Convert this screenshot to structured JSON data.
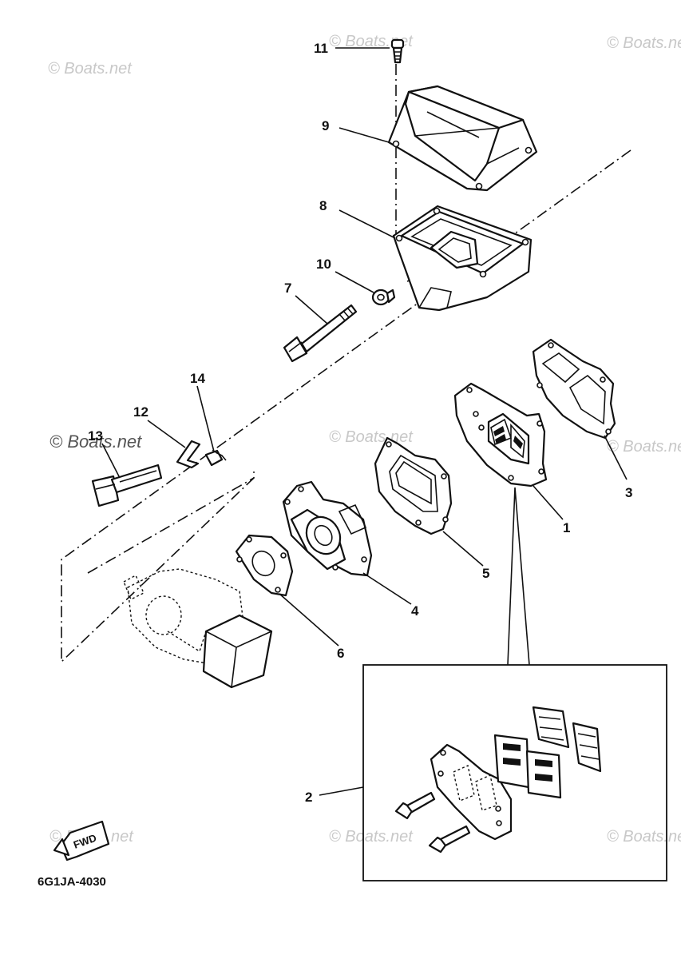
{
  "watermark": "© Boats.net",
  "diagram_code": "6G1JA-4030",
  "fwd_label": "FWD",
  "callouts": {
    "c1": "1",
    "c2": "2",
    "c3": "3",
    "c4": "4",
    "c5": "5",
    "c6": "6",
    "c7": "7",
    "c8": "8",
    "c9": "9",
    "c10": "10",
    "c11": "11",
    "c12": "12",
    "c13": "13",
    "c14": "14"
  }
}
